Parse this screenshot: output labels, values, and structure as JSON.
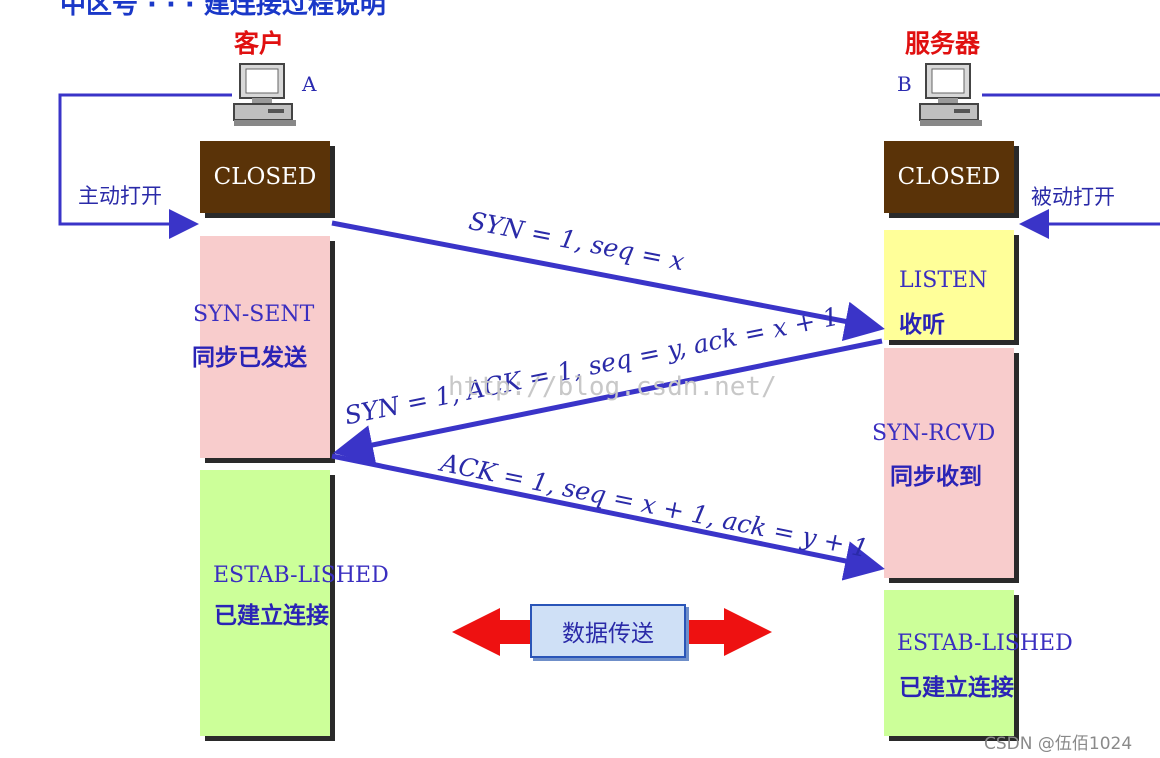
{
  "header": {
    "partial_title": "中区号         ·  ·  · 建连接过程说明"
  },
  "client": {
    "role": "客户",
    "letter": "A",
    "open_label": "主动打开"
  },
  "server": {
    "role": "服务器",
    "letter": "B",
    "open_label": "被动打开"
  },
  "states": {
    "client_closed": "CLOSED",
    "server_closed": "CLOSED",
    "listen_en": "LISTEN",
    "listen_cn": "收听",
    "syn_sent_en": "SYN-SENT",
    "syn_sent_cn": "同步已发送",
    "syn_rcvd_en": "SYN-RCVD",
    "syn_rcvd_cn": "同步收到",
    "client_established_en": "ESTAB-LISHED",
    "client_established_cn": "已建立连接",
    "server_established_en": "ESTAB-LISHED",
    "server_established_cn": "已建立连接"
  },
  "messages": {
    "msg1": "SYN = 1, seq = x",
    "msg2": "SYN = 1, ACK = 1, seq = y, ack = x + 1",
    "msg3": "ACK = 1, seq = x + 1, ack = y + 1"
  },
  "transfer_label": "数据传送",
  "watermark": "http://blog.csdn.net/",
  "credit": "CSDN @伍佰1024",
  "colors": {
    "arrow": "#3a34c8",
    "closed": "#5a3308",
    "syn_state": "#f8cccc",
    "established": "#ccff99",
    "listen": "#ffff99",
    "transfer_arrow": "#ee1111"
  }
}
